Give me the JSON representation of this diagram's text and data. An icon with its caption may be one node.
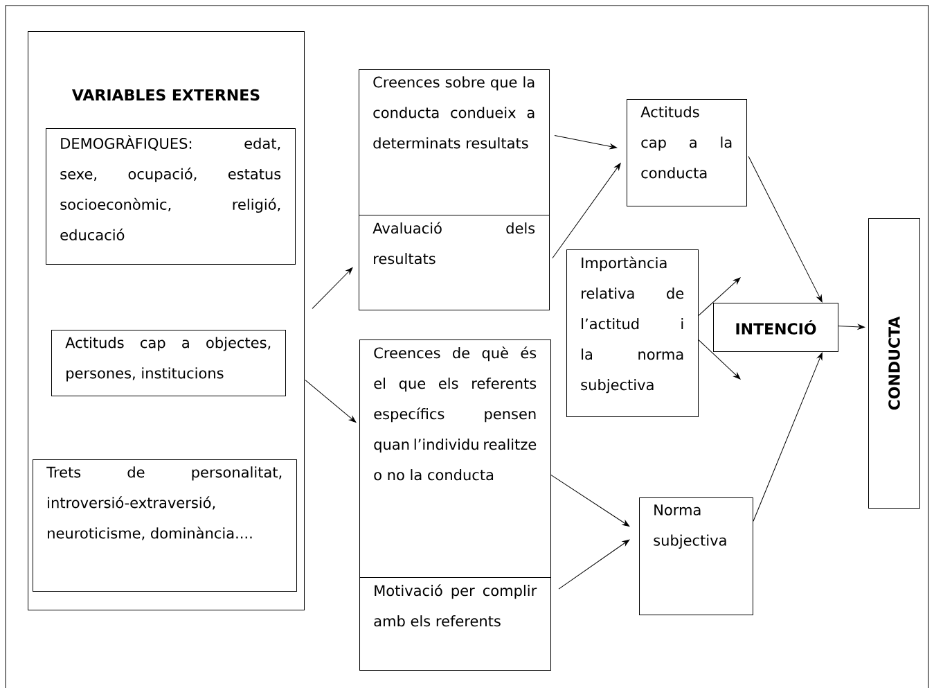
{
  "diagram": {
    "nodes": [
      {
        "text": [
          "VARIABLES EXTERNES"
        ]
      },
      {
        "text": [
          "DEMOGRÀFIQUES: edat, sexe, ocupació, estatus socioeconòmic, religió, educació"
        ],
        "in": 0
      },
      {
        "text": [
          "Actituds cap a objectes, persones, institucions"
        ],
        "in": 0
      },
      {
        "text": [
          "Trets de personalitat, introversió-extraversió, neuroticisme, dominància...."
        ],
        "in": 0
      },
      {
        "text": [
          "Creences sobre que la conducta condueix a determinats resultats"
        ]
      },
      {
        "text": [
          "Avaluació dels resultats"
        ]
      },
      {
        "text": [
          "Actituds cap a la conducta"
        ]
      },
      {
        "text": [
          "Importància relativa de l’actitud i la norma subjectiva"
        ]
      },
      {
        "text": [
          "INTENCIÓ"
        ]
      },
      {
        "text": [
          "CONDUCTA"
        ]
      },
      {
        "text": [
          "Creences de què és el que els referents específics pensen quan l’individu realitze o no la conducta"
        ]
      },
      {
        "text": [
          "Motivació per complir amb els referents"
        ]
      },
      {
        "text": [
          "Norma subjectiva"
        ]
      }
    ],
    "edges": [
      {
        "from": 0,
        "to": 5,
        "arrow": "to"
      },
      {
        "from": 0,
        "to": 10,
        "arrow": "to"
      },
      {
        "from": 4,
        "to": 6,
        "arrow": "to"
      },
      {
        "from": 5,
        "to": 6,
        "arrow": "to"
      },
      {
        "from": 6,
        "to": 8,
        "arrow": "to"
      },
      {
        "from": 7,
        "to": null,
        "arrow": "to"
      },
      {
        "from": 7,
        "to": null,
        "arrow": "to"
      },
      {
        "from": 8,
        "to": 9,
        "arrow": "to"
      },
      {
        "from": 10,
        "to": 12,
        "arrow": "to"
      },
      {
        "from": 11,
        "to": 12,
        "arrow": "to"
      },
      {
        "from": 12,
        "to": 8,
        "arrow": "to"
      }
    ]
  }
}
